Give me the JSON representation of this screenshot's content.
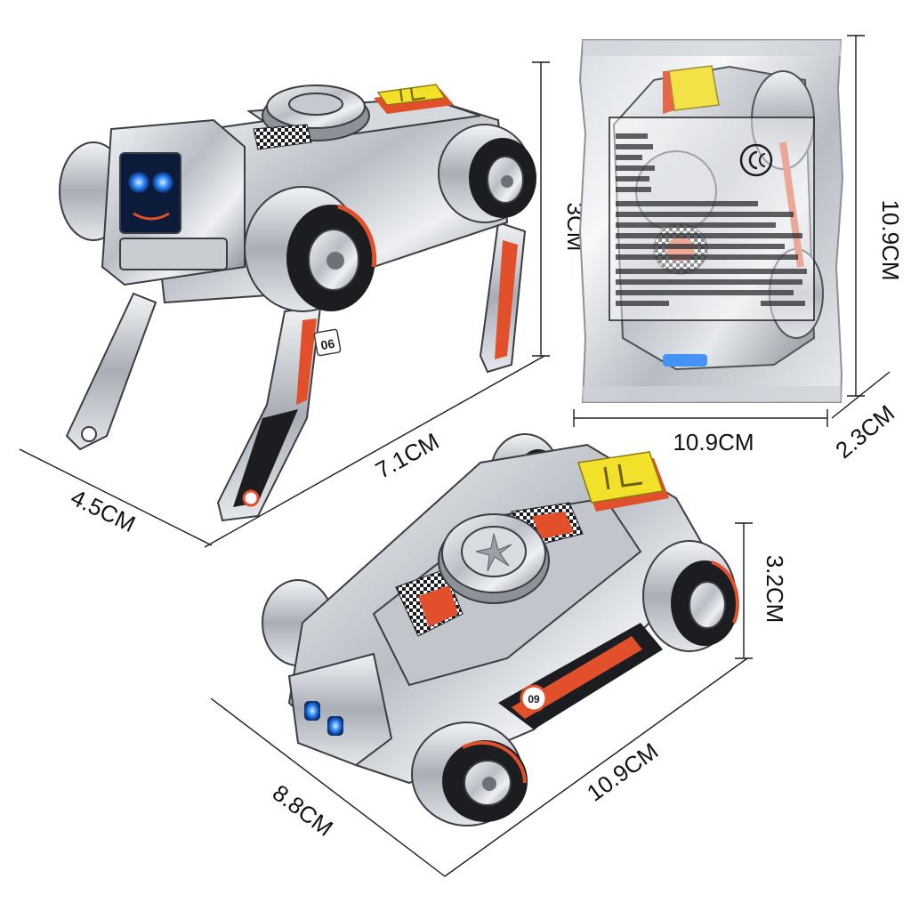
{
  "dimensions": {
    "robot_height": "3CM",
    "robot_length": "7.1CM",
    "robot_width": "4.5CM",
    "package_height": "10.9CM",
    "package_width": "10.9CM",
    "package_depth": "2.3CM",
    "car_height": "3.2CM",
    "car_length": "10.9CM",
    "car_width": "8.8CM"
  },
  "robot": {
    "leg_number": "06"
  },
  "car": {
    "side_number": "09"
  },
  "colors": {
    "accent": "#e2502b",
    "badge": "#f3e02a",
    "eyes": "#2f8bff",
    "chrome": "#c3c7cd"
  }
}
